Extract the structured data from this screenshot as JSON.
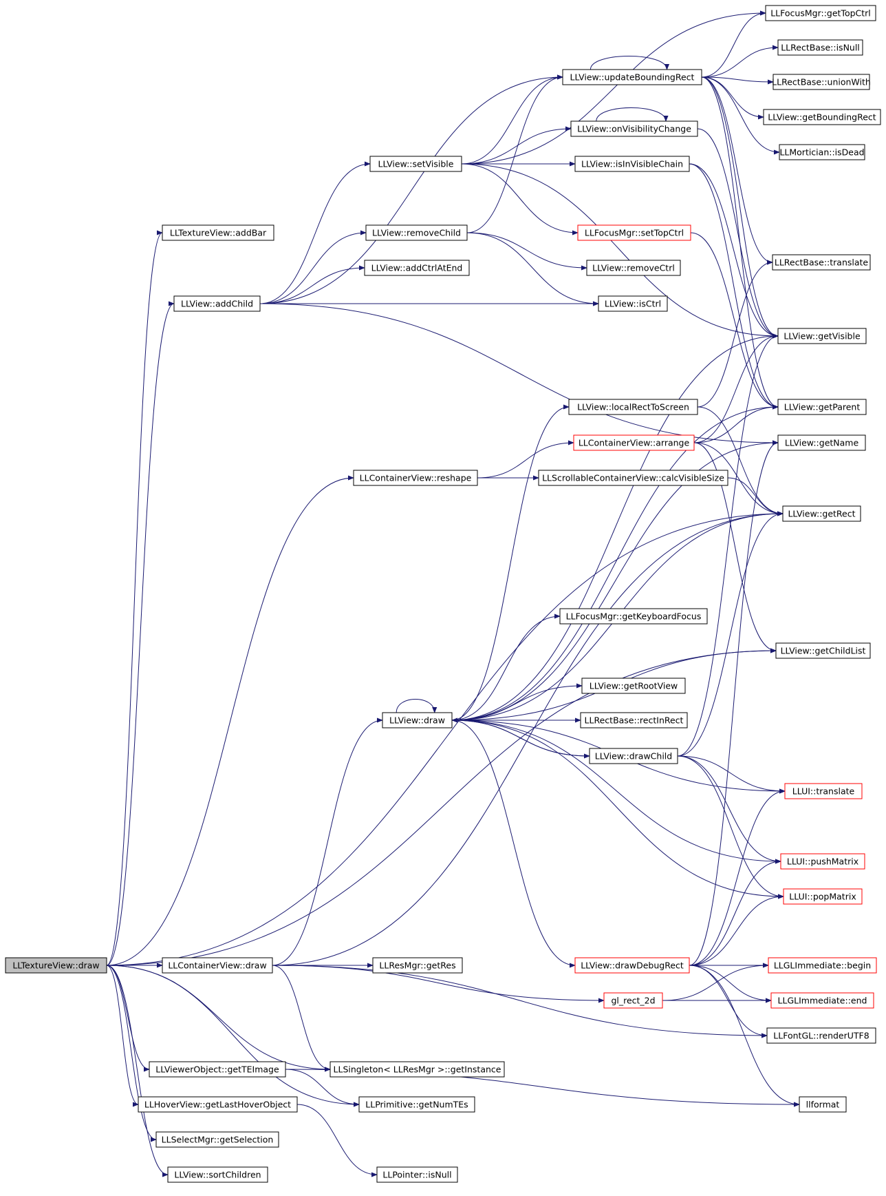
{
  "graph": {
    "nodes": [
      {
        "id": "root",
        "label": "LLTextureView::draw",
        "style": "root"
      },
      {
        "id": "addBar",
        "label": "LLTextureView::addBar"
      },
      {
        "id": "addChild",
        "label": "LLView::addChild"
      },
      {
        "id": "reshape",
        "label": "LLContainerView::reshape"
      },
      {
        "id": "cvDraw",
        "label": "LLContainerView::draw"
      },
      {
        "id": "getTEImage",
        "label": "LLViewerObject::getTEImage"
      },
      {
        "id": "getLastHover",
        "label": "LLHoverView::getLastHoverObject"
      },
      {
        "id": "getSelection",
        "label": "LLSelectMgr::getSelection"
      },
      {
        "id": "sortChildren",
        "label": "LLView::sortChildren"
      },
      {
        "id": "setVisible",
        "label": "LLView::setVisible"
      },
      {
        "id": "removeChild",
        "label": "LLView::removeChild"
      },
      {
        "id": "addCtrlAtEnd",
        "label": "LLView::addCtrlAtEnd"
      },
      {
        "id": "viewDraw",
        "label": "LLView::draw"
      },
      {
        "id": "getResC",
        "label": "LLResMgr::getRes"
      },
      {
        "id": "singleton",
        "label": "LLSingleton< LLResMgr >::getInstance"
      },
      {
        "id": "getNumTEs",
        "label": "LLPrimitive::getNumTEs"
      },
      {
        "id": "ptrIsNull",
        "label": "LLPointer::isNull"
      },
      {
        "id": "updBR",
        "label": "LLView::updateBoundingRect"
      },
      {
        "id": "onVis",
        "label": "LLView::onVisibilityChange"
      },
      {
        "id": "inVisChain",
        "label": "LLView::isInVisibleChain"
      },
      {
        "id": "setTopCtrl",
        "label": "LLFocusMgr::setTopCtrl",
        "style": "red"
      },
      {
        "id": "removeCtrl",
        "label": "LLView::removeCtrl"
      },
      {
        "id": "isCtrl",
        "label": "LLView::isCtrl"
      },
      {
        "id": "localRect",
        "label": "LLView::localRectToScreen"
      },
      {
        "id": "arrange",
        "label": "LLContainerView::arrange",
        "style": "red"
      },
      {
        "id": "calcVis",
        "label": "LLScrollableContainerView::calcVisibleSize"
      },
      {
        "id": "getKbFocus",
        "label": "LLFocusMgr::getKeyboardFocus"
      },
      {
        "id": "getRootView",
        "label": "LLView::getRootView"
      },
      {
        "id": "rectInRect",
        "label": "LLRectBase::rectInRect"
      },
      {
        "id": "drawChild",
        "label": "LLView::drawChild"
      },
      {
        "id": "drawDebug",
        "label": "LLView::drawDebugRect",
        "style": "red"
      },
      {
        "id": "glRect",
        "label": "gl_rect_2d",
        "style": "red"
      },
      {
        "id": "getTopCtrl",
        "label": "LLFocusMgr::getTopCtrl"
      },
      {
        "id": "rbIsNull",
        "label": "LLRectBase::isNull"
      },
      {
        "id": "unionWith",
        "label": "LLRectBase::unionWith"
      },
      {
        "id": "getBR",
        "label": "LLView::getBoundingRect"
      },
      {
        "id": "isDead",
        "label": "LLMortician::isDead"
      },
      {
        "id": "rbTranslate",
        "label": "LLRectBase::translate"
      },
      {
        "id": "getVisible",
        "label": "LLView::getVisible"
      },
      {
        "id": "getParent",
        "label": "LLView::getParent"
      },
      {
        "id": "getName",
        "label": "LLView::getName"
      },
      {
        "id": "getRect",
        "label": "LLView::getRect"
      },
      {
        "id": "getChildList",
        "label": "LLView::getChildList"
      },
      {
        "id": "uiTranslate",
        "label": "LLUI::translate",
        "style": "red"
      },
      {
        "id": "pushMatrix",
        "label": "LLUI::pushMatrix",
        "style": "red"
      },
      {
        "id": "popMatrix",
        "label": "LLUI::popMatrix",
        "style": "red"
      },
      {
        "id": "glBegin",
        "label": "LLGLImmediate::begin",
        "style": "red"
      },
      {
        "id": "glEnd",
        "label": "LLGLImmediate::end",
        "style": "red"
      },
      {
        "id": "renderUTF8",
        "label": "LLFontGL::renderUTF8"
      },
      {
        "id": "llformat",
        "label": "llformat"
      }
    ]
  }
}
